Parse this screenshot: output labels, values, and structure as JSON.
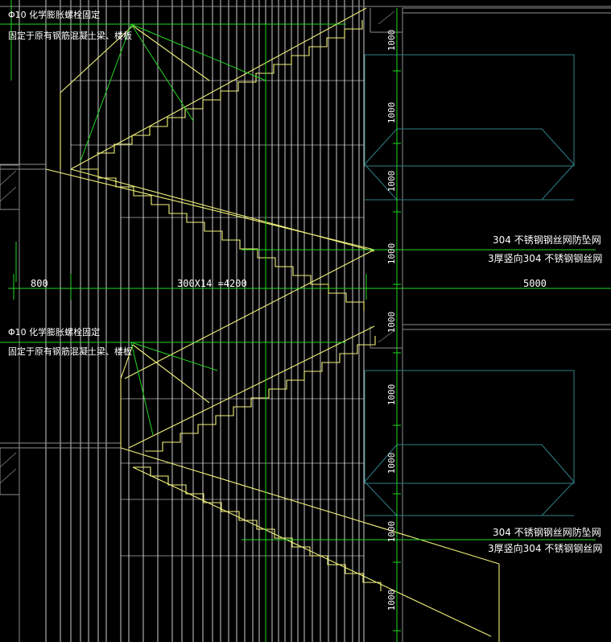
{
  "colors": {
    "background": "#000000",
    "grid_lines": "#ffffff",
    "stair_outline": "#f2f27a",
    "dimension_green": "#22d822",
    "mesh_panel": "#2f7f86",
    "structure_gray": "#8c8c8c"
  },
  "annotations": {
    "top_anchor_note_line1": "Φ10 化学膨胀螺栓固定",
    "top_anchor_note_line2": "固定于原有钢筋混凝土梁、楼板",
    "bottom_anchor_note_line1": "Φ10 化学膨胀螺栓固定",
    "bottom_anchor_note_line2": "固定于原有钢筋混凝土梁、楼板",
    "top_mesh_note_line1": "304 不锈钢钢丝网防坠网",
    "top_mesh_note_line2": "3厚竖向304 不锈钢钢丝网",
    "bottom_mesh_note_line1": "304 不锈钢钢丝网防坠网",
    "bottom_mesh_note_line2": "3厚竖向304 不锈钢钢丝网"
  },
  "dimensions": {
    "horizontal_left": "800",
    "horizontal_middle": "300X14 =4200",
    "horizontal_right": "5000",
    "vertical_segments": [
      "1000",
      "1000",
      "1000",
      "1000",
      "1000",
      "1000",
      "1000",
      "1000",
      "1000"
    ]
  }
}
